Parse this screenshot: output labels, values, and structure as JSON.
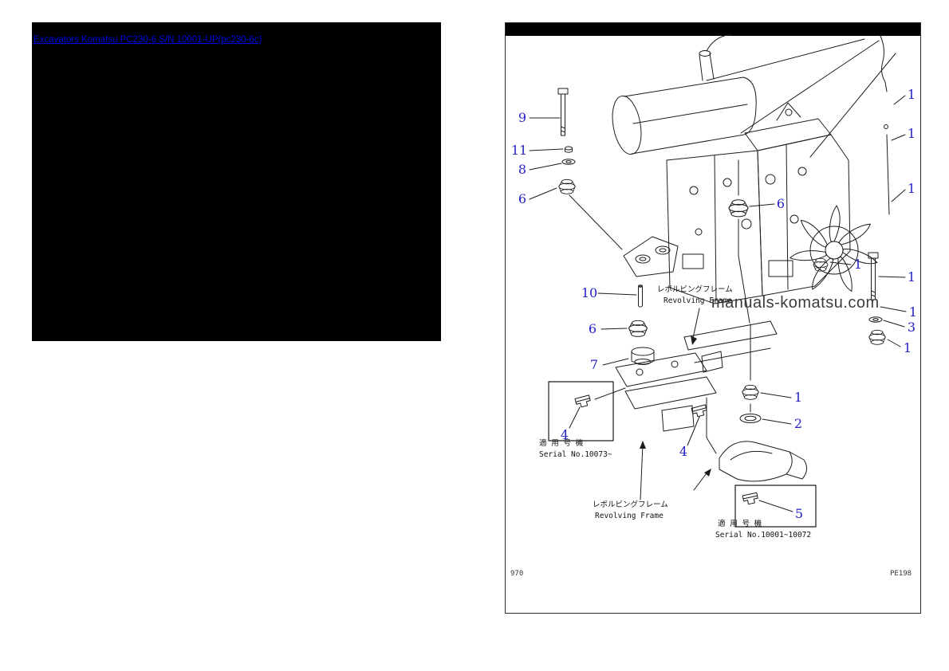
{
  "header": {
    "link_text": "Excavators Komatsu PC230-6 S/N 10001-UP(pc230-6c)"
  },
  "diagram": {
    "watermark": "manuals-komatsu.com",
    "callouts": [
      {
        "label": "9"
      },
      {
        "label": "11"
      },
      {
        "label": "8"
      },
      {
        "label": "6"
      },
      {
        "label": "6"
      },
      {
        "label": "1"
      },
      {
        "label": "1"
      },
      {
        "label": "1"
      },
      {
        "label": "1"
      },
      {
        "label": "1"
      },
      {
        "label": "1"
      },
      {
        "label": "3"
      },
      {
        "label": "1"
      },
      {
        "label": "10"
      },
      {
        "label": "6"
      },
      {
        "label": "7"
      },
      {
        "label": "4"
      },
      {
        "label": "4"
      },
      {
        "label": "1"
      },
      {
        "label": "2"
      },
      {
        "label": "5"
      }
    ],
    "labels": {
      "revolving_frame_jp": "レボルビングフレーム",
      "revolving_frame_en": "Revolving Frame",
      "serial_label_jp": "適 用 号 機",
      "serial_range_late": "Serial No.10073~",
      "serial_range_early": "Serial No.10001~10072",
      "sheet_code_left": "970",
      "sheet_code_right": "PE198"
    }
  }
}
